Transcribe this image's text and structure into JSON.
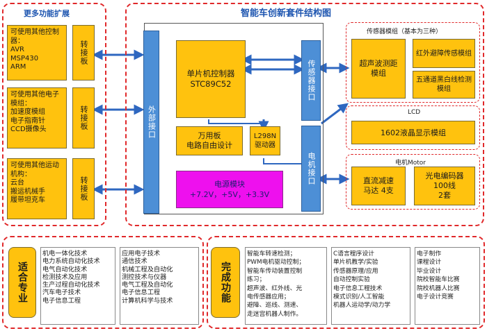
{
  "left_panel": {
    "title": "更多功能扩展",
    "modules": [
      {
        "text": "可使用其他控制器：\nAVR\nMSP430\nARM",
        "adapter": "转接板"
      },
      {
        "text": "可使用其他电子模组：\n加速度模组\n电子指南针\nCCD摄像头",
        "adapter": "转接板"
      },
      {
        "text": "可使用其他运动机构：\n云台\n搬运机械手\n履带坦克车",
        "adapter": "转接板"
      }
    ]
  },
  "main_panel": {
    "title": "智能车创新套件结构图",
    "external_port": "外部接口",
    "mcu": "单片机控制器\nSTC89C52",
    "proto_board": "万用板\n电路自由设计",
    "driver": "L298N\n驱动器",
    "power": "电源模块\n+7.2V，+5V，+3.3V",
    "sensor_port": "传感器接口",
    "motor_port": "电机接口",
    "sensor_group": {
      "title": "传感器模组（基本为三种）",
      "items": [
        "超声波测距模组",
        "红外避障传感模组",
        "五通道黑白线检测模组"
      ]
    },
    "lcd_group": {
      "title": "LCD",
      "items": [
        "1602液晶显示模组"
      ]
    },
    "motor_group": {
      "title": "电机Motor",
      "items": [
        "直流减速\n马达 4支",
        "光电编码器\n100线\n2套"
      ]
    }
  },
  "bottom_left": {
    "label": "适合专业",
    "col1": [
      "机电一体化技术",
      "电力系统自动化技术",
      "电气自动化技术",
      "检测技术及应用",
      "生产过程自动化技术",
      "汽车电子技术",
      "电子信息工程"
    ],
    "col2": [
      "应用电子技术",
      "通信技术",
      "机械工程及自动化",
      "测控技术与仪器",
      "电气工程及自动化",
      "电子信息工程",
      "计算机科学与技术"
    ]
  },
  "bottom_right": {
    "label": "完成功能",
    "col1": [
      "智能车转速检测；",
      "PWM电机驱动控制；",
      "智能车传动装置控制",
      "练习；",
      "超声波、红外线、光",
      "电传感器应用；",
      "避障、巡线、测速、",
      "走迷宫机器人制作。"
    ],
    "col2": [
      "C语言程序设计",
      "单片机教学/实验",
      "传感器原理/应用",
      "自动控制实验",
      "电子信息工程技术",
      "模式识别/人工智能",
      "机器人运动学/动力学"
    ],
    "col3": [
      "电子制作",
      "课程设计",
      "毕业设计",
      "院校智能车比赛",
      "院校机器人比赛",
      "电子设计竞赛"
    ]
  },
  "colors": {
    "frame": "#e0282a",
    "module": "#ffc20e",
    "port": "#4d8fd6",
    "power": "#ee10ee",
    "arrow": "#2e67c0"
  }
}
